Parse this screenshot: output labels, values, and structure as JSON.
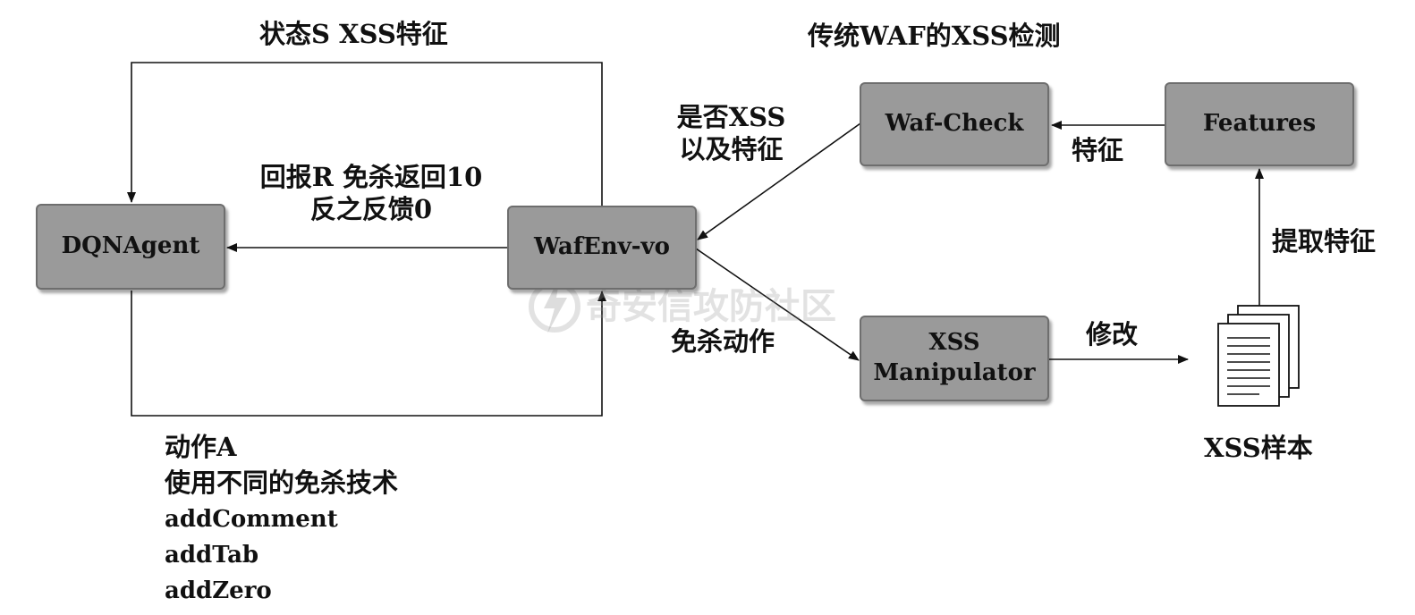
{
  "nodes": {
    "dqn_agent": "DQNAgent",
    "waf_env": "WafEnv-vo",
    "waf_check": "Waf-Check",
    "features": "Features",
    "xss_manipulator_line1": "XSS",
    "xss_manipulator_line2": "Manipulator"
  },
  "labels": {
    "state": "状态S XSS特征",
    "traditional_waf": "传统WAF的XSS检测",
    "reward_line1": "回报R 免杀返回10",
    "reward_line2": "反之反馈0",
    "is_xss_line1": "是否XSS",
    "is_xss_line2": "以及特征",
    "feature": "特征",
    "extract_feature": "提取特征",
    "evasion_action": "免杀动作",
    "modify": "修改",
    "xss_samples": "XSS样本",
    "action_title": "动作A",
    "action_desc": "使用不同的免杀技术",
    "actions": [
      "addComment",
      "addTab",
      "addZero"
    ]
  },
  "watermark": "奇安信攻防社区",
  "colors": {
    "box_fill": "#9a9a9a",
    "box_border": "#6e6e6e",
    "line": "#111111"
  }
}
